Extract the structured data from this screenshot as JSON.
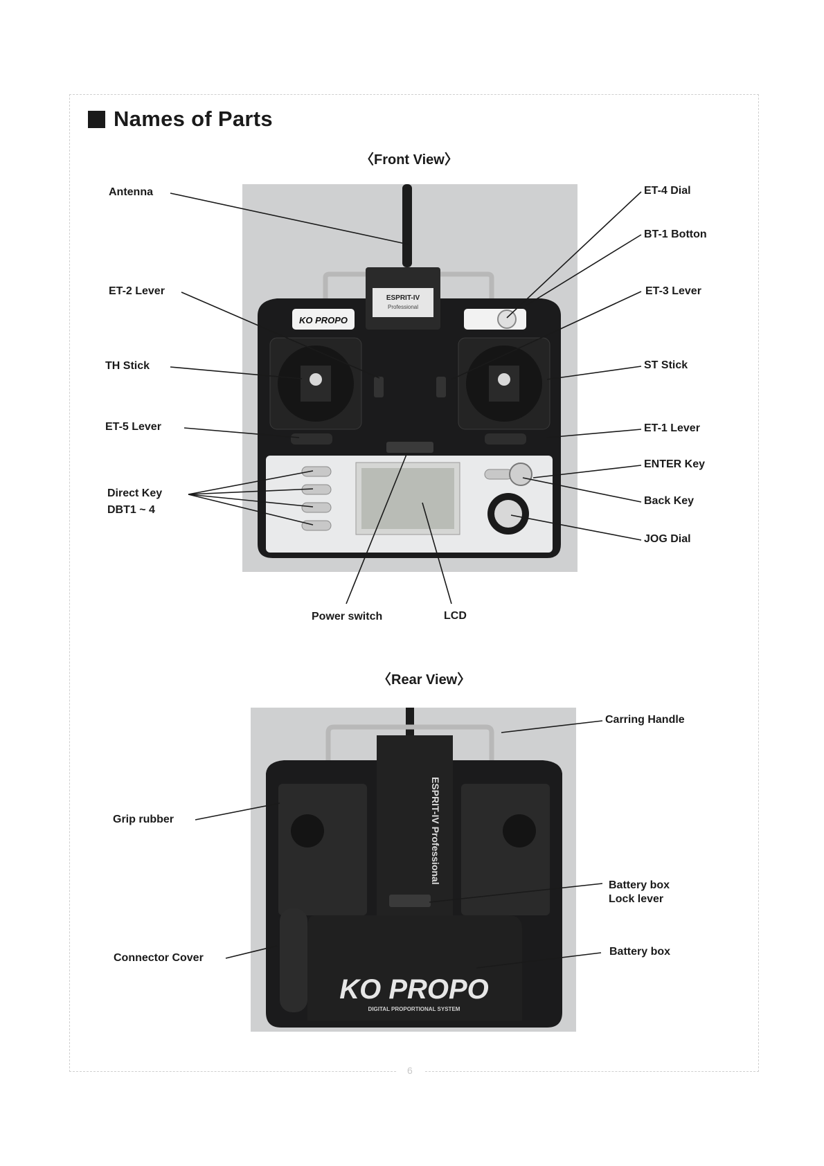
{
  "page": {
    "title": "Names of Parts",
    "page_number": "6"
  },
  "front_view": {
    "heading": "〈Front View〉",
    "brand_plate": "KO PROPO",
    "model_plate_line1": "ESPRIT-IV",
    "model_plate_line2": "Professional",
    "labels": {
      "antenna": "Antenna",
      "et2_lever": "ET-2 Lever",
      "th_stick": "TH Stick",
      "et5_lever": "ET-5 Lever",
      "direct_key": "Direct Key",
      "direct_key_range": "DBT1 ~ 4",
      "et4_dial": "ET-4 Dial",
      "bt1_button": "BT-1 Botton",
      "et3_lever": "ET-3 Lever",
      "st_stick": "ST Stick",
      "et1_lever": "ET-1 Lever",
      "enter_key": "ENTER Key",
      "back_key": "Back Key",
      "jog_dial": "JOG Dial",
      "power_switch": "Power switch",
      "lcd": "LCD"
    }
  },
  "rear_view": {
    "heading": "〈Rear View〉",
    "brand_logo": "KO PROPO",
    "brand_sub": "DIGITAL PROPORTIONAL SYSTEM",
    "model_vertical": "ESPRIT-IV Professional",
    "labels": {
      "carrying_handle": "Carring Handle",
      "grip_rubber": "Grip rubber",
      "battery_lock_line1": "Battery box",
      "battery_lock_line2": "Lock lever",
      "connector_cover": "Connector Cover",
      "battery_box": "Battery box"
    }
  },
  "colors": {
    "body": "#1b1b1c",
    "panel": "#e9eaeb",
    "backdrop": "#cfd0d1",
    "lcd": "#b9bcb6"
  }
}
